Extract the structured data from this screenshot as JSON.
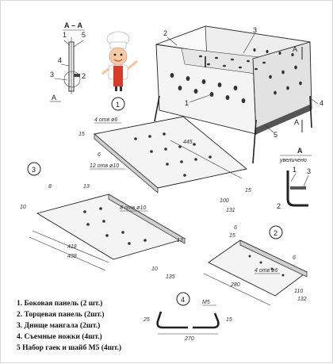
{
  "section_view": {
    "title": "А – А",
    "callouts": [
      "1",
      "5",
      "4",
      "3",
      "2"
    ],
    "plane_label": "А"
  },
  "grill": {
    "callouts": [
      "2",
      "3",
      "1",
      "5",
      "4"
    ],
    "cut_label": "А"
  },
  "detail_view": {
    "title": "А",
    "subtitle": "увеличено",
    "callouts": [
      "1",
      "3",
      "2"
    ]
  },
  "part1": {
    "number": "1",
    "dims": {
      "length": "445",
      "holes_small": "4 отв ø6",
      "holes_large": "12 отв ø10",
      "side": "15",
      "depth": "100",
      "width": "131",
      "flange": "15",
      "small": "6"
    }
  },
  "part3": {
    "number": "3",
    "dims": {
      "holes": "8 отв ø10",
      "top": "13",
      "left": "10",
      "side": "8",
      "inner_length": "418",
      "outer_length": "438",
      "flange": "13",
      "bottom": "10",
      "width": "135"
    }
  },
  "part2": {
    "number": "2",
    "dims": {
      "holes": "4 отв ø6",
      "top": "15",
      "side": "6",
      "length": "280",
      "width1": "110",
      "width2": "132",
      "small": "6"
    }
  },
  "part4": {
    "number": "4",
    "dims": {
      "bolt": "M5",
      "height_left": "25",
      "height_right": "15",
      "length": "270"
    }
  },
  "legend": [
    "1. Боковая панель (2 шт.)",
    "2. Торцевая панель (2шт.)",
    "3. Днище мангала (2шт.)",
    "4. Съемные ножки (4шт.)",
    "5 Набор гаек и шайб М5 (4шт.)"
  ]
}
